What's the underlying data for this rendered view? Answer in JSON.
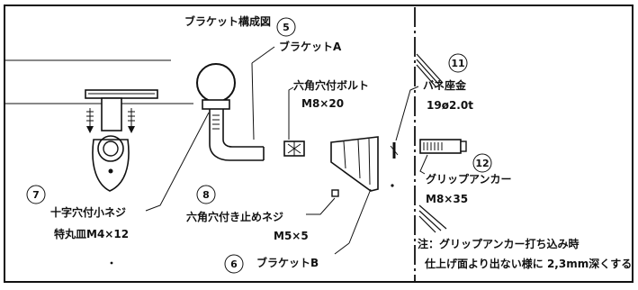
{
  "title": "ブラケット構成図",
  "parts": {
    "p5": {
      "num": "5",
      "label": "ブラケットA"
    },
    "p6": {
      "num": "6",
      "label": "ブラケットB"
    },
    "p7": {
      "num": "7",
      "label1": "十字穴付小ネジ",
      "label2": "特丸皿M4×12"
    },
    "p8": {
      "num": "8",
      "label1": "六角穴付き止めネジ",
      "label2": "M5×5"
    },
    "bolt": {
      "label1": "六角穴付ボルト",
      "label2": "M8×20"
    },
    "p11": {
      "num": "11",
      "label1": "バネ座金",
      "label2": "19ø2.0t"
    },
    "p12": {
      "num": "12",
      "label1": "グリップアンカー",
      "label2": "M8×35"
    }
  },
  "note": {
    "line1": "注：グリップアンカー打ち込み時",
    "line2": "仕上げ面より出ない様に 2,3mm深くする"
  }
}
